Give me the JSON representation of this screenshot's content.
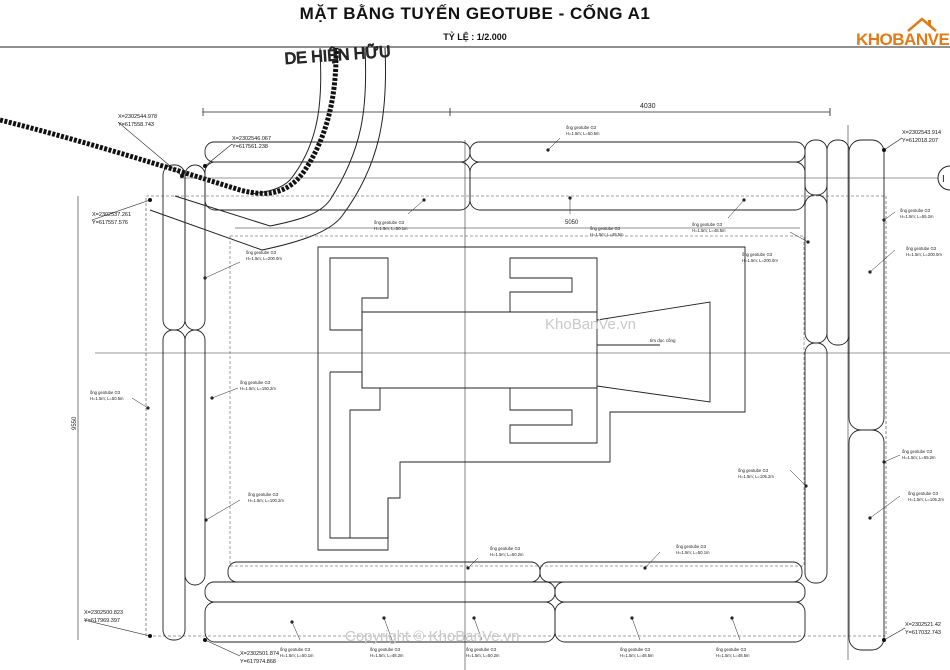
{
  "title": "MẶT BẰNG TUYẾN  GEOTUBE - CỐNG A1",
  "scale": "TỶ LỆ : 1/2.000",
  "logo": {
    "text": "KHOBANVE",
    "icon": "house-roof-icon",
    "color": "#e07b17"
  },
  "road_label": "DE HIỆN HỮU",
  "dimensions": {
    "top_length": "4030",
    "inner_length": "5050",
    "left_height": "9550"
  },
  "coordinates": {
    "c1": [
      "X=2302544.978",
      "Y=617558.743"
    ],
    "c2": [
      "X=2302546.067",
      "Y=617561.238"
    ],
    "c3": [
      "X=2302537.261",
      "Y=617557.576"
    ],
    "c4": [
      "X=2302543.914",
      "Y=612018.207"
    ],
    "c5": [
      "X=2302500.823",
      "Y=617969.397"
    ],
    "c6": [
      "X=2302501.874",
      "Y=617974.868"
    ],
    "c7": [
      "X=2302521.42",
      "Y=617032.743"
    ]
  },
  "tube_labels": {
    "top_a": [
      "ống geotube G3",
      "H=1.5m; L=50.5m"
    ],
    "top_b": [
      "ống geotube G3",
      "H=1.5m; L=50.1m"
    ],
    "top_c": [
      "ống geotube G3",
      "H=1.5m; L=48.5m"
    ],
    "top_d": [
      "ống geotube G3",
      "H=1.5m; L=48.5m"
    ],
    "right_inner_1": [
      "ống geotube G3",
      "H=1.5m; L=200.0m"
    ],
    "right_inner_2": [
      "ống geotube G3",
      "H=1.5m; L=105.2m"
    ],
    "right_outer_1": [
      "ống geotube G3",
      "H=1.5m; L=55.2m"
    ],
    "right_outer_2": [
      "ống geotube G3",
      "H=1.5m; L=200.0m"
    ],
    "right_outer_3": [
      "ống geotube G3",
      "H=1.5m; L=55.2m"
    ],
    "right_outer_4": [
      "ống geotube G3",
      "H=1.5m; L=105.2m"
    ],
    "left_inner_1": [
      "ống geotube G3",
      "H=1.5m; L=200.0m"
    ],
    "left_inner_2": [
      "ống geotube G3",
      "H=1.5m; L=150.2m"
    ],
    "left_inner_3": [
      "ống geotube G3",
      "H=1.5m; L=100.2m"
    ],
    "left_outer": [
      "ống geotube G3",
      "H=1.5m; L=50.5m"
    ],
    "bottom_inner_1": [
      "ống geotube G3",
      "H=1.5m; L=50.2m"
    ],
    "bottom_inner_2": [
      "ống geotube G3",
      "H=1.5m; L=50.1m"
    ],
    "bottom_outer_1": [
      "ống geotube G3",
      "H=1.5m; L=50.1m"
    ],
    "bottom_outer_2": [
      "ống geotube G3",
      "H=1.5m; L=48.2m"
    ],
    "bottom_outer_3": [
      "ống geotube G3",
      "H=1.5m; L=50.2m"
    ],
    "bottom_outer_4": [
      "ống geotube G3",
      "H=1.5m; L=48.5m"
    ],
    "bottom_outer_5": [
      "ống geotube G3",
      "H=1.5m; L=48.5m"
    ]
  },
  "structure_label": "tim dọc cống",
  "watermarks": {
    "center": "KhoBanVe.vn",
    "bottom": "Copyright © KhoBanVe.vn"
  }
}
